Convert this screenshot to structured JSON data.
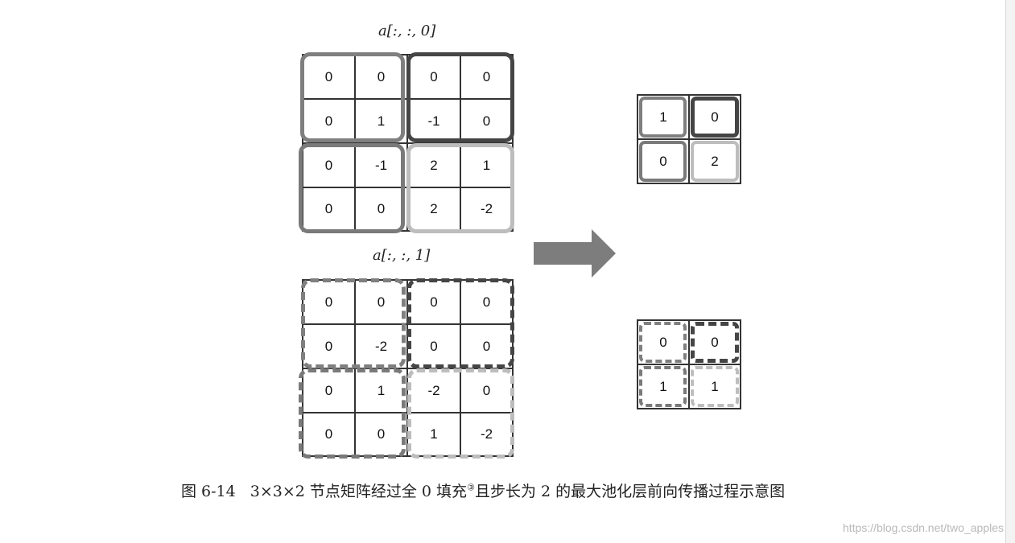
{
  "inputs": [
    {
      "label": "a[:, :, 0]",
      "rows": [
        [
          "0",
          "0",
          "0",
          "0"
        ],
        [
          "0",
          "1",
          "-1",
          "0"
        ],
        [
          "0",
          "-1",
          "2",
          "1"
        ],
        [
          "0",
          "0",
          "2",
          "-2"
        ]
      ]
    },
    {
      "label": "a[:, :, 1]",
      "rows": [
        [
          "0",
          "0",
          "0",
          "0"
        ],
        [
          "0",
          "-2",
          "0",
          "0"
        ],
        [
          "0",
          "1",
          "-2",
          "0"
        ],
        [
          "0",
          "0",
          "1",
          "-2"
        ]
      ]
    }
  ],
  "outputs": [
    {
      "rows": [
        [
          "1",
          "0"
        ],
        [
          "0",
          "2"
        ]
      ]
    },
    {
      "rows": [
        [
          "0",
          "0"
        ],
        [
          "1",
          "1"
        ]
      ]
    }
  ],
  "pool_colors": {
    "top_left": "#7f7f7f",
    "top_right": "#454545",
    "bottom_left": "#7a7a7a",
    "bottom_right": "#bdbdbd"
  },
  "arrow_color": "#7d7d7d",
  "caption": {
    "figure_number": "图 6-14",
    "text_before_note": "3×3×2 节点矩阵经过全 0 填充",
    "note_mark": "③",
    "text_after_note": "且步长为 2 的最大池化层前向传播过程示意图"
  },
  "watermark": "https://blog.csdn.net/two_apples"
}
